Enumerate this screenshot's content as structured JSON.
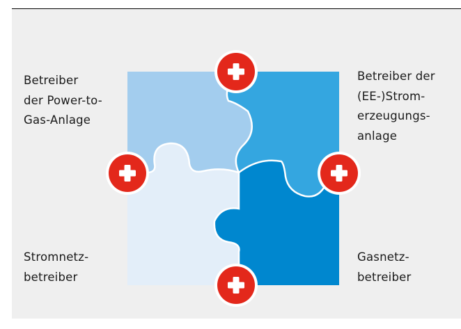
{
  "labels": {
    "top_left": [
      "Betreiber",
      "der Power-to-",
      "Gas-Anlage"
    ],
    "top_right": [
      "Betreiber der",
      "(EE-)Strom-",
      "erzeugungs-",
      "anlage"
    ],
    "bottom_left": [
      "Stromnetz-",
      "betreiber"
    ],
    "bottom_right": [
      "Gasnetz-",
      "betreiber"
    ]
  },
  "colors": {
    "piece_top_left": "#a3cdee",
    "piece_top_right": "#34a6e0",
    "piece_bottom_left": "#e3eef9",
    "piece_bottom_right": "#0087cf",
    "plus_badge": "#e3281b",
    "panel_background": "#efefef"
  },
  "icons": {
    "connector": "plus-circle-icon"
  }
}
